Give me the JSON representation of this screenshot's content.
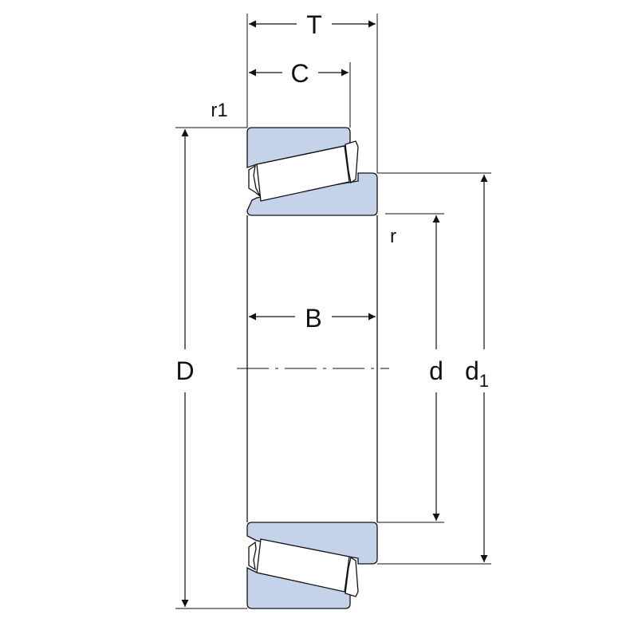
{
  "labels": {
    "T": "T",
    "C": "C",
    "r1": "r1",
    "r": "r",
    "B": "B",
    "D": "D",
    "d": "d",
    "d1_base": "d",
    "d1_sub": "1"
  },
  "colors": {
    "ring_fill": "#c5d3ea",
    "roller_fill": "#ffffff",
    "line": "#111111",
    "background": "#ffffff"
  }
}
